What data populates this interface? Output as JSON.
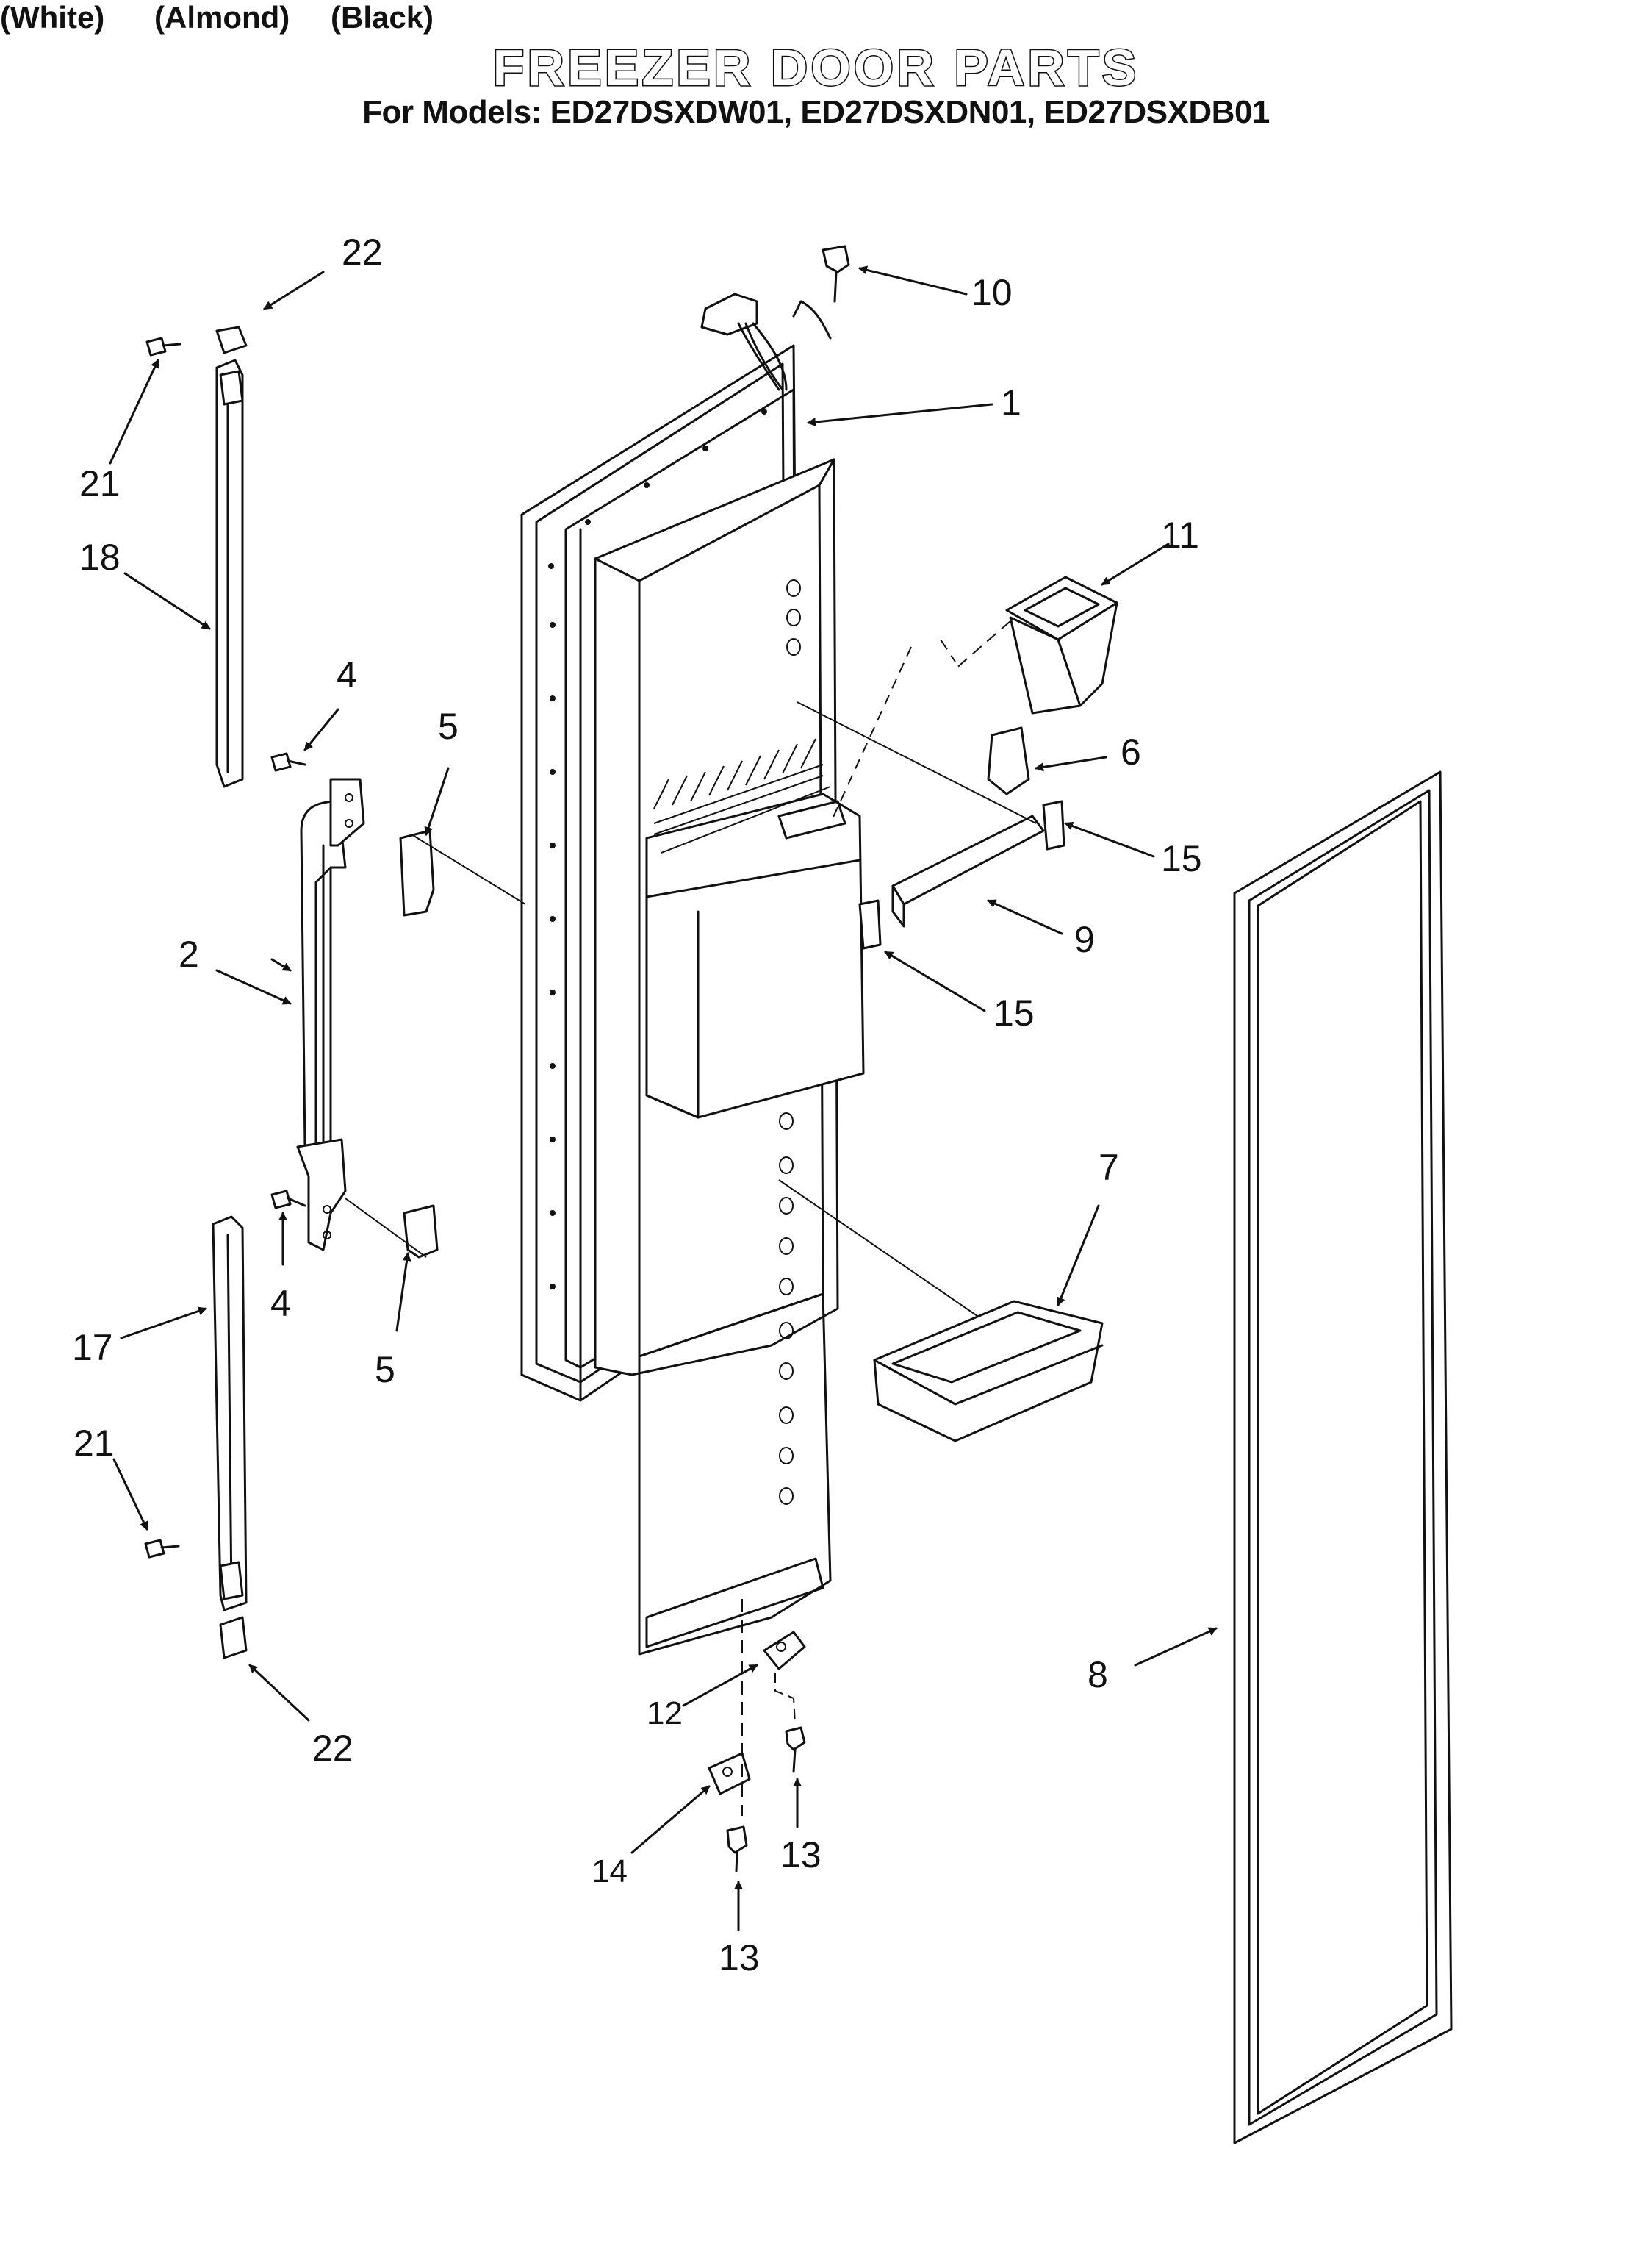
{
  "header": {
    "title": "FREEZER DOOR PARTS",
    "models_line": "For Models: ED27DSXDW01, ED27DSXDN01, ED27DSXDB01",
    "colors": [
      "(White)",
      "(Almond)",
      "(Black)"
    ]
  },
  "callouts": {
    "c1": "1",
    "c2": "2",
    "c4a": "4",
    "c4b": "4",
    "c5a": "5",
    "c5b": "5",
    "c6": "6",
    "c7": "7",
    "c8": "8",
    "c9": "9",
    "c10": "10",
    "c11": "11",
    "c12": "12",
    "c13a": "13",
    "c13b": "13",
    "c14": "14",
    "c15a": "15",
    "c15b": "15",
    "c17": "17",
    "c18": "18",
    "c21a": "21",
    "c21b": "21",
    "c22a": "22",
    "c22b": "22"
  }
}
